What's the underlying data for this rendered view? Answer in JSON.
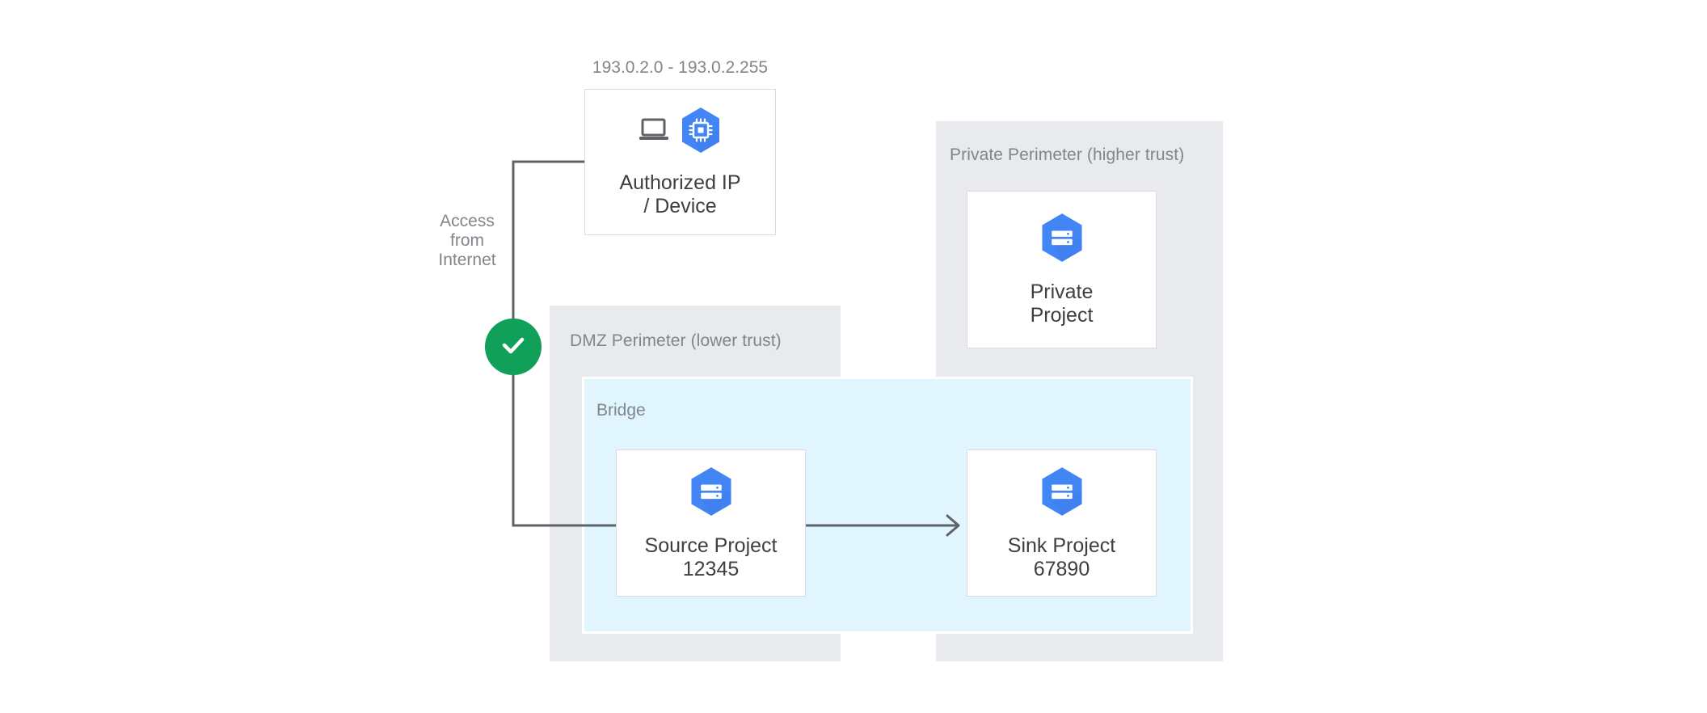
{
  "diagram": {
    "title": "VPC Service Controls bridge between DMZ and Private perimeters",
    "background": "#ffffff",
    "colors": {
      "perimeter_fill": "#E8EAED",
      "bridge_fill": "#E1F5FE",
      "card_border": "#DADCE0",
      "card_fill": "#ffffff",
      "label_gray": "#80868B",
      "text_dark": "#3C4043",
      "connector_gray": "#5F6368",
      "badge_green": "#10A05A",
      "icon_blue": "#4285F4",
      "icon_blue_dark": "#3B78E7",
      "laptop_gray": "#5F6368"
    }
  },
  "captions": {
    "ip_range": "193.0.2.0 - 193.0.2.255",
    "access_from_internet": "Access\nfrom\nInternet"
  },
  "perimeters": [
    {
      "id": "dmz",
      "label": "DMZ Perimeter (lower trust)"
    },
    {
      "id": "private",
      "label": "Private Perimeter (higher trust)"
    }
  ],
  "bridge": {
    "label": "Bridge"
  },
  "nodes": [
    {
      "id": "authorized-device",
      "label": "Authorized IP\n/ Device",
      "icons": [
        "laptop-icon",
        "compute-chip-hexagon-icon"
      ]
    },
    {
      "id": "private-project",
      "label": "Private\nProject",
      "icons": [
        "project-hexagon-icon"
      ]
    },
    {
      "id": "source-project",
      "label": "Source Project\n12345",
      "icons": [
        "project-hexagon-icon"
      ]
    },
    {
      "id": "sink-project",
      "label": "Sink Project\n67890",
      "icons": [
        "project-hexagon-icon"
      ]
    }
  ],
  "badges": {
    "access_allowed": {
      "icon": "check-icon",
      "color": "#10A05A"
    }
  },
  "connectors": [
    {
      "id": "internet-to-source",
      "from": "authorized-device",
      "to": "source-project",
      "arrowhead": false
    },
    {
      "id": "source-to-sink",
      "from": "source-project",
      "to": "sink-project",
      "arrowhead": true
    }
  ]
}
